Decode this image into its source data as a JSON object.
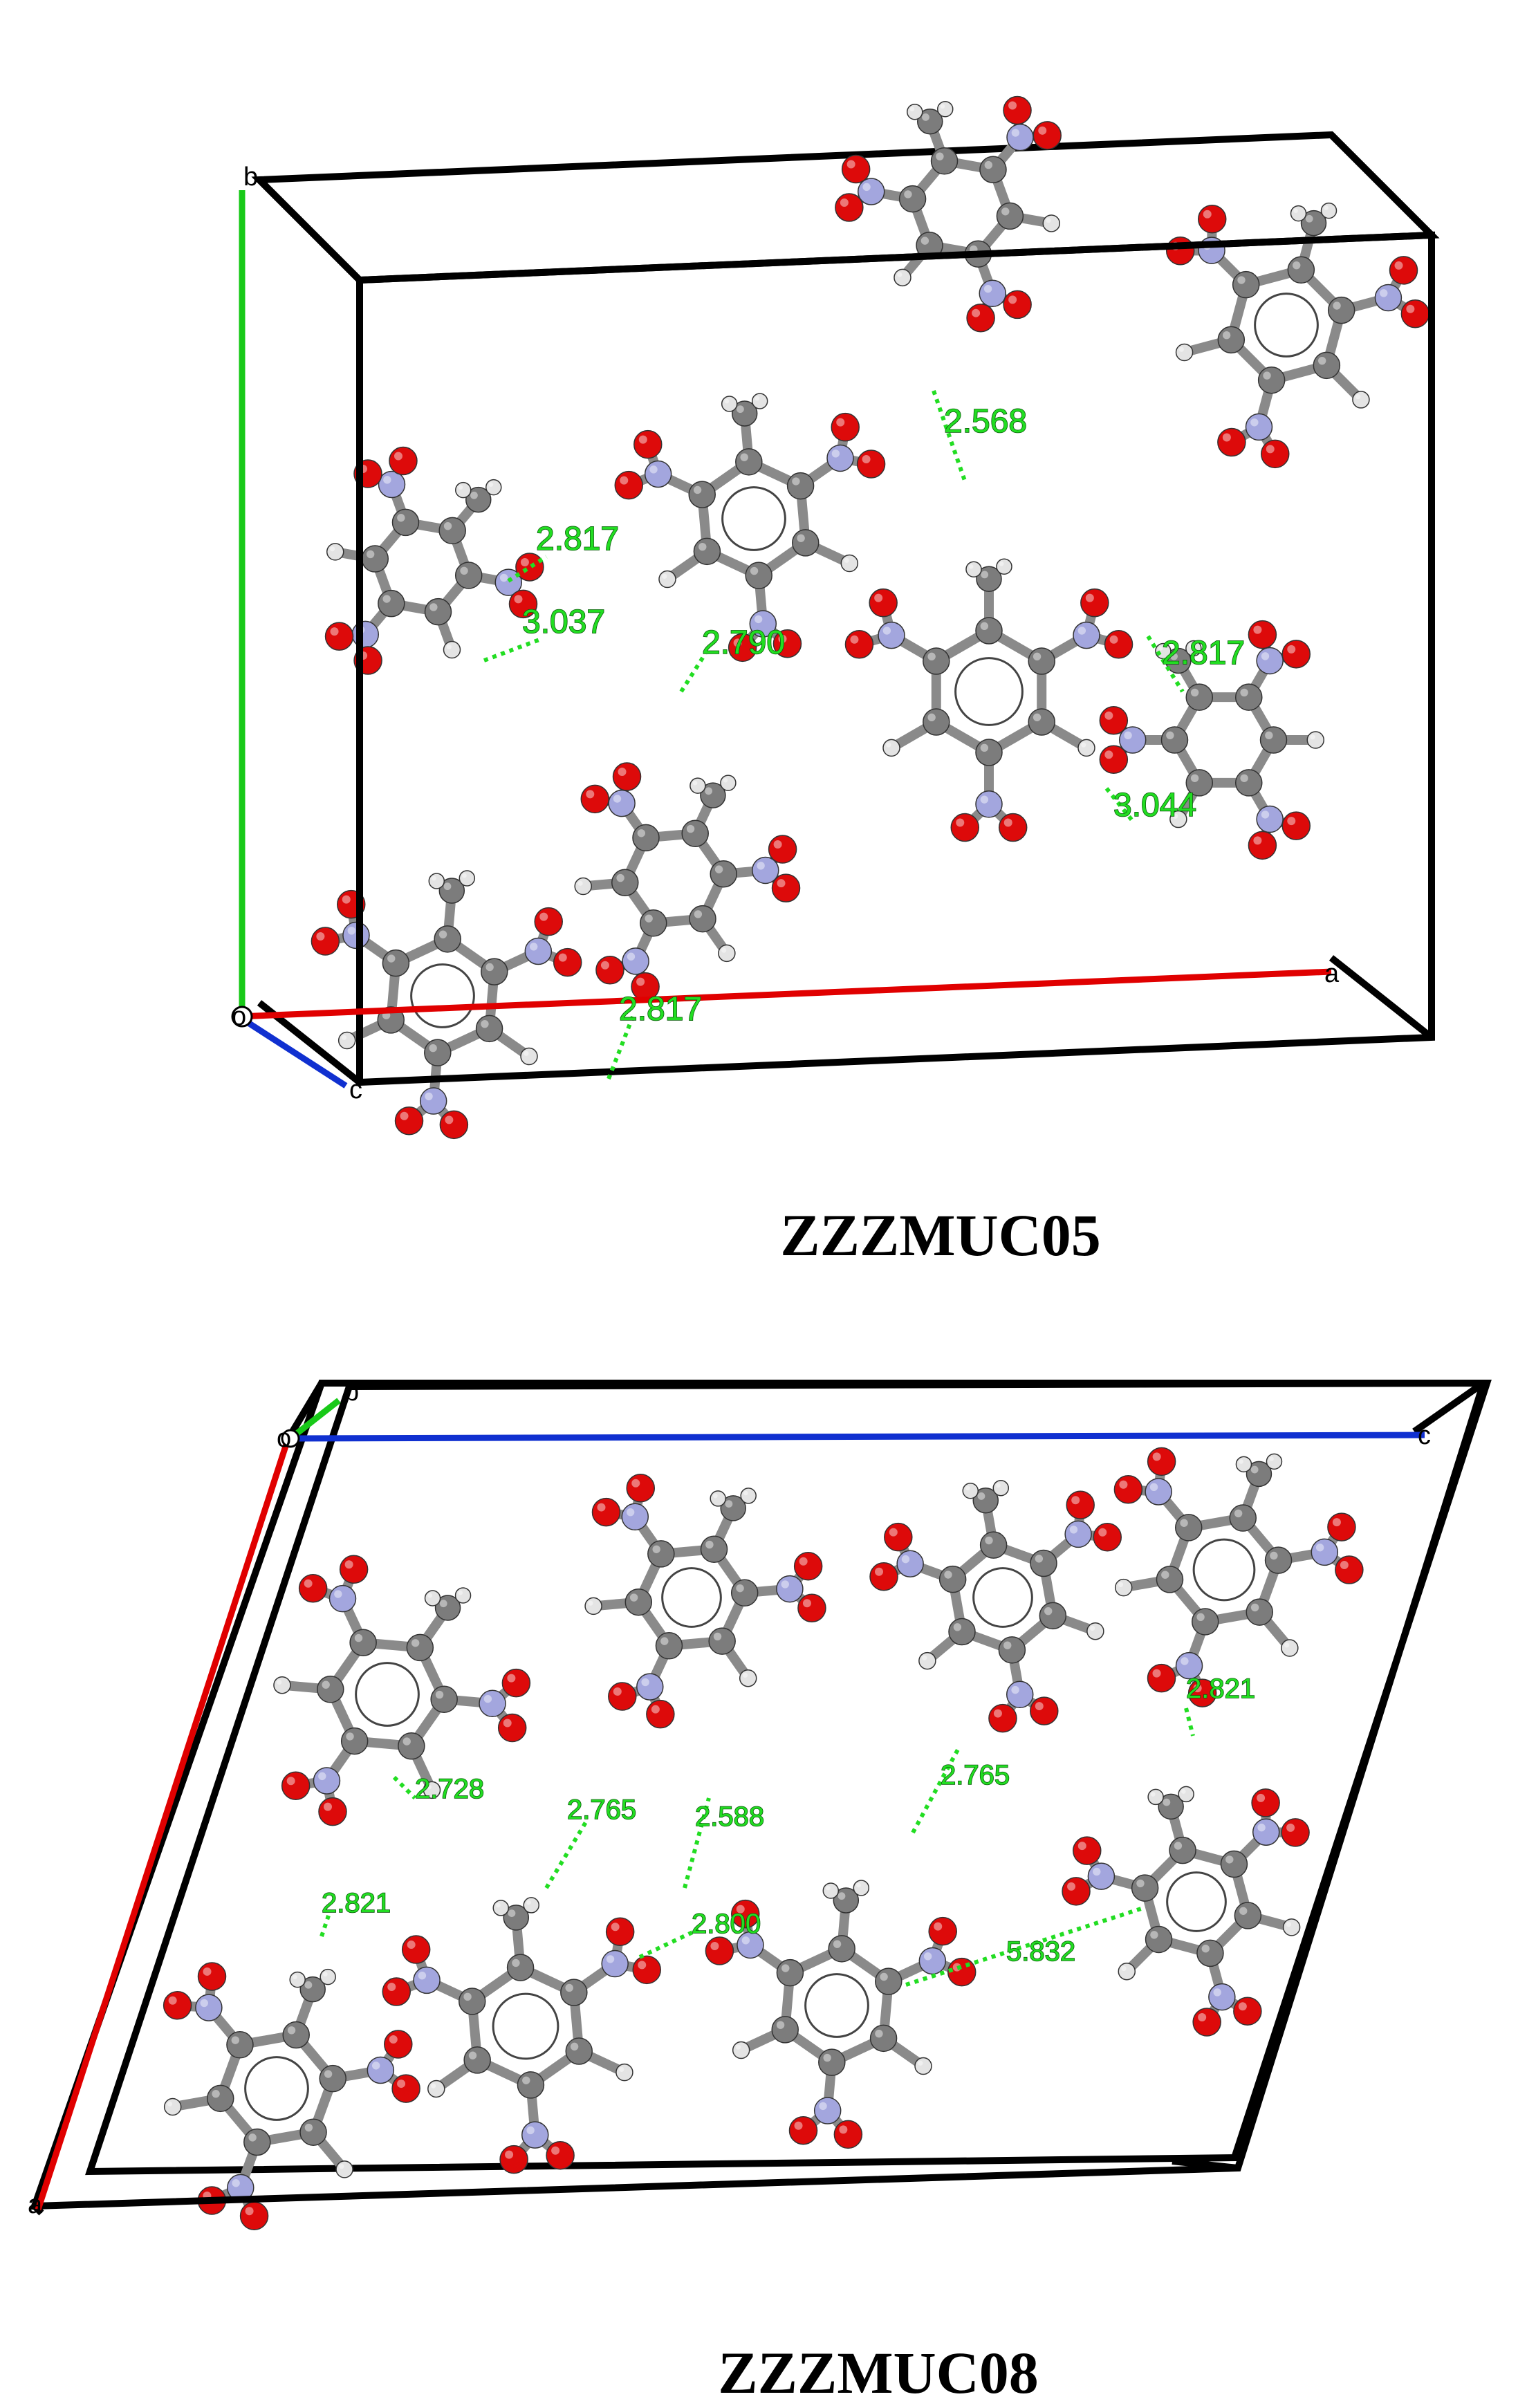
{
  "colors": {
    "carbon": "#7c7c7c",
    "hydrogen": "#e4e4e4",
    "nitrogen": "#a3a6de",
    "oxygen": "#dd0a0a",
    "bond": "#8a8a8a",
    "cell_edge": "#000000",
    "axis_a": "#e00000",
    "axis_b": "#18c918",
    "axis_c": "#1030d0",
    "contact_line": "#22dd22"
  },
  "panels": [
    {
      "caption": "ZZZMUC05",
      "axis_labels": {
        "b": "b",
        "o": "o",
        "c": "c",
        "a": "a"
      },
      "contacts": [
        "2.568",
        "2.817",
        "3.037",
        "2.790",
        "2.817",
        "3.044",
        "2.817"
      ]
    },
    {
      "caption": "ZZZMUC08",
      "axis_labels": {
        "b": "b",
        "o": "o",
        "c": "c",
        "a": "a"
      },
      "contacts": [
        "2.821",
        "2.728",
        "2.765",
        "2.588",
        "2.765",
        "2.821",
        "2.800",
        "5.832"
      ]
    }
  ]
}
